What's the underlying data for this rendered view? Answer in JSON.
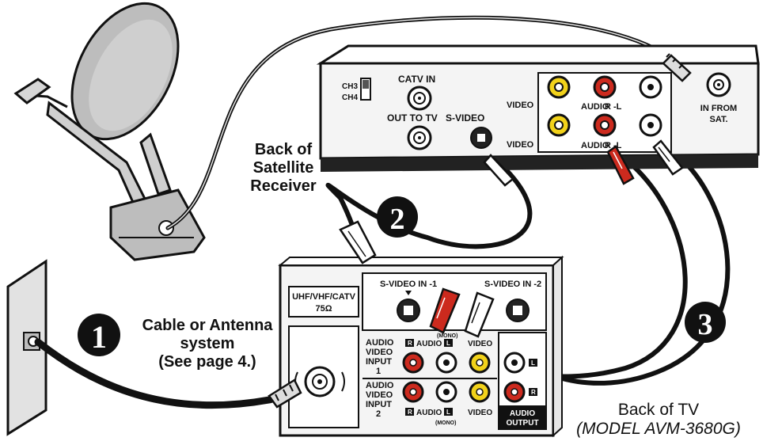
{
  "captions": {
    "satellite_receiver": [
      "Back of",
      "Satellite",
      "Receiver"
    ],
    "antenna": [
      "Cable or Antenna",
      "system",
      "(See page 4.)"
    ],
    "tv_title": "Back of TV",
    "tv_model": "(MODEL AVM-3680G)"
  },
  "steps": {
    "one": "1",
    "two": "2",
    "three": "3"
  },
  "receiver": {
    "ch3": "CH3",
    "ch4": "CH4",
    "catv_in": "CATV IN",
    "out_to_tv": "OUT TO TV",
    "s_video": "S-VIDEO",
    "video_top": "VIDEO",
    "video_bottom": "VIDEO",
    "audio_top": "AUDIO",
    "audio_bottom": "AUDIO",
    "r_top": "R",
    "r_bottom": "R",
    "l_top": "-L",
    "l_bottom": "-L",
    "in_from": "IN FROM",
    "sat": "SAT."
  },
  "tv": {
    "uhf": "UHF/VHF/CATV",
    "ohm": "75Ω",
    "svideo_in_1": "S-VIDEO IN -1",
    "svideo_in_2": "S-VIDEO IN -2",
    "input1": [
      "AUDIO",
      "VIDEO",
      "INPUT",
      "1"
    ],
    "input2": [
      "AUDIO",
      "VIDEO",
      "INPUT",
      "2"
    ],
    "r": "R",
    "l": "L",
    "audio": "AUDIO",
    "mono": "(MONO)",
    "video": "VIDEO",
    "audio_output": [
      "AUDIO",
      "OUTPUT"
    ],
    "out_l": "L",
    "out_r": "R"
  },
  "colors": {
    "red": "#cc2a1e",
    "yellow": "#f2d21a",
    "white": "#ffffff",
    "panel": "#f4f4f4",
    "line": "#111111"
  }
}
